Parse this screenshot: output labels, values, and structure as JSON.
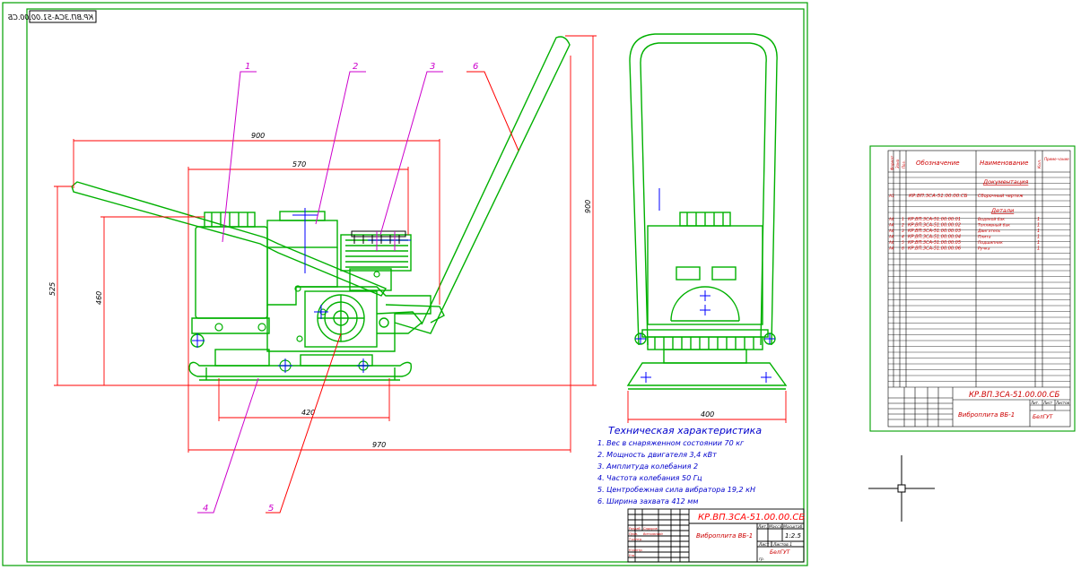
{
  "drawing": {
    "stamp_mirrored": "КР.ВП.3СА-51.00.00.СБ",
    "colors": {
      "frame": "#00a000",
      "drawing": "#00b000",
      "dimension": "#ff0000",
      "leader_purple": "#cc00cc",
      "leader_red": "#ff0000",
      "text_blue": "#0000cc",
      "detail_blue": "#0000ff",
      "black": "#000000"
    }
  },
  "dimensions": {
    "d900h": "900",
    "d570": "570",
    "d525": "525",
    "d460": "460",
    "d900v": "900",
    "d420": "420",
    "d970": "970",
    "d400": "400"
  },
  "callouts": [
    "1",
    "2",
    "3",
    "4",
    "5",
    "6"
  ],
  "tech_specs": {
    "title": "Техническая характеристика",
    "items": [
      "1. Вес в снаряженном состоянии 70 кг",
      "2. Мощность двигателя 3,4 кВт",
      "3. Амплитуда колебания 2",
      "4. Частота колебания 50 Гц",
      "5. Центробежная сила вибратора 19,2 кН",
      "6. Ширина захвата 412 мм"
    ]
  },
  "title_block": {
    "code": "КР.ВП.3СА-51.00.00.СБ",
    "name": "Виброплита ВБ-1",
    "col_heads": [
      "Лит.",
      "Масса",
      "Масштаб"
    ],
    "scale": "1:2.5",
    "sheet": "Лист",
    "sheets": "Листов 1",
    "org": "БелГУТ",
    "group": "гр.",
    "roles": [
      "Изм.",
      "Лист",
      "№ докум.",
      "Подп.",
      "Дата",
      "Разраб.",
      "Пров.",
      "Т.контр.",
      "Н.контр.",
      "Утв."
    ],
    "names": [
      "Сидоров",
      "Витковский"
    ]
  },
  "spec_sheet": {
    "headers": {
      "format": "Формат",
      "zone": "Зона",
      "pos": "Поз.",
      "designation": "Обозначение",
      "name": "Наименование",
      "qty": "Кол.",
      "note": "Приме-чание"
    },
    "section_docs": "Документация",
    "doc_row": {
      "format": "А1",
      "designation": "КР.ВП.3СА-51.00.00.СБ",
      "name": "Сборочный чертеж"
    },
    "section_parts": "Детали",
    "rows": [
      {
        "format": "А4",
        "pos": "1",
        "designation": "КР.ВП.3СА-51.00.00.01",
        "name": "Водяной бак",
        "qty": "1"
      },
      {
        "format": "А4",
        "pos": "2",
        "designation": "КР.ВП.3СА-51.00.00.02",
        "name": "Топливный бак",
        "qty": "1"
      },
      {
        "format": "А4",
        "pos": "3",
        "designation": "КР.ВП.3СА-51.00.00.03",
        "name": "Двигатель",
        "qty": "1"
      },
      {
        "format": "А4",
        "pos": "4",
        "designation": "КР.ВП.3СА-51.00.00.04",
        "name": "Плита",
        "qty": "1"
      },
      {
        "format": "А4",
        "pos": "5",
        "designation": "КР.ВП.3СА-51.00.00.05",
        "name": "Подшипник",
        "qty": "1"
      },
      {
        "format": "А4",
        "pos": "6",
        "designation": "КР.ВП.3СА-51.00.00.06",
        "name": "Ручка",
        "qty": "1"
      }
    ],
    "tb_code": "КР.ВП.3СА-51.00.00.СБ",
    "tb_name": "Виброплита ВБ-1",
    "tb_org": "БелГУТ",
    "tb_cols": [
      "Лит.",
      "Лист",
      "Листов"
    ]
  }
}
